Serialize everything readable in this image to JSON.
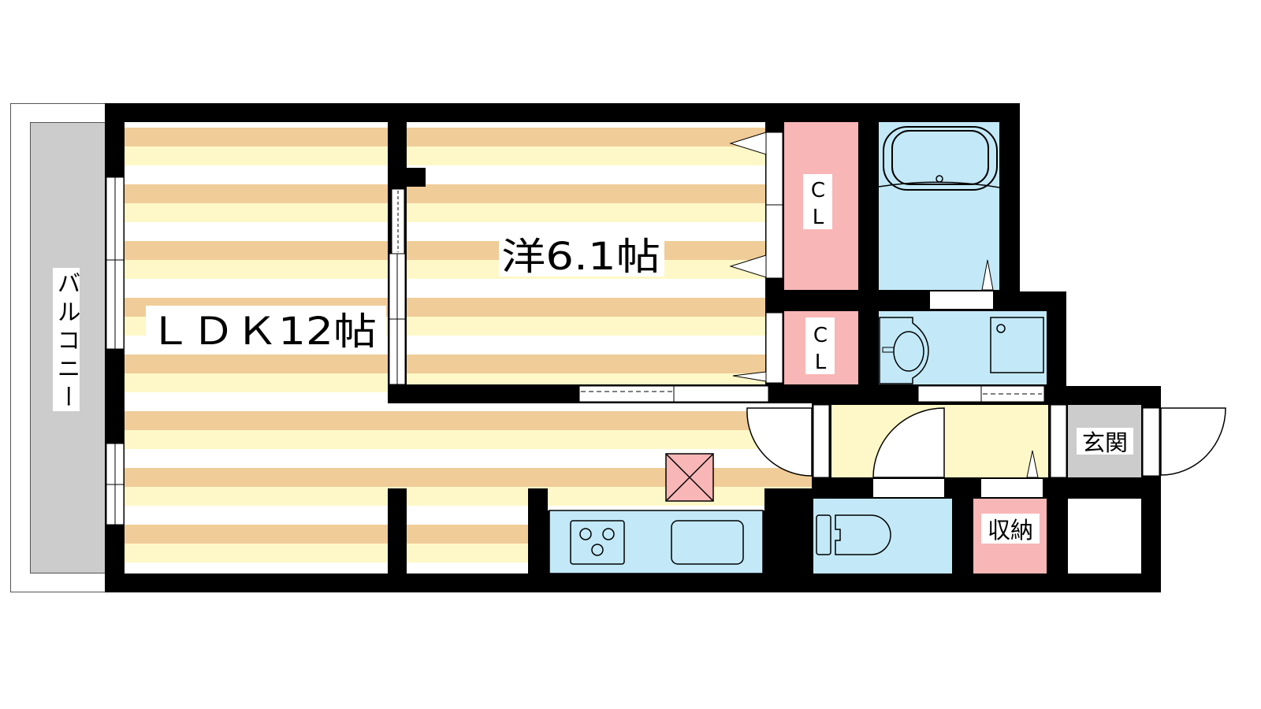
{
  "rooms": {
    "ldk": {
      "label": "ＬＤＫ12帖"
    },
    "western": {
      "label": "洋6.1帖"
    },
    "balcony": {
      "label": "バルコニー",
      "chars": [
        "バ",
        "ル",
        "コ",
        "ニ",
        "ー"
      ]
    },
    "closet1": {
      "label": "CL",
      "chars": [
        "C",
        "L"
      ]
    },
    "closet2": {
      "label": "CL",
      "chars": [
        "C",
        "L"
      ]
    },
    "entrance": {
      "label": "玄関"
    },
    "storage": {
      "label": "収納"
    },
    "bath": {
      "label": ""
    },
    "washroom": {
      "label": ""
    },
    "toilet": {
      "label": ""
    },
    "kitchen": {
      "label": ""
    }
  },
  "colors": {
    "wall": "#000000",
    "floor_tan": "#f0cc98",
    "floor_cream": "#fef8c8",
    "wet_blue": "#c3e9f8",
    "closet_pink": "#f8b6b6",
    "balcony_gray": "#cccccc",
    "hall_cream": "#fef8c8"
  }
}
